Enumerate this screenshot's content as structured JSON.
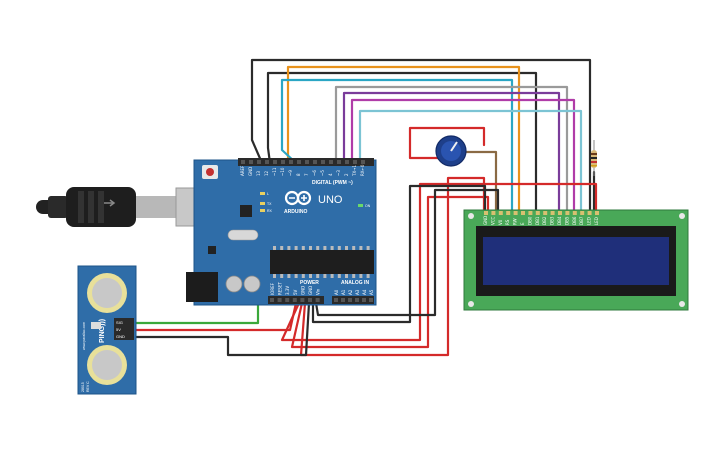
{
  "arduino": {
    "brand": "ARDUINO",
    "model": "UNO",
    "digital_label": "DIGITAL (PWM ~)",
    "power_label": "POWER",
    "analog_label": "ANALOG IN",
    "on_label": "ON",
    "tx_label": "TX",
    "rx_label": "RX",
    "l_label": "L",
    "digital_pins": [
      "AREF",
      "GND",
      "13",
      "12",
      "~11",
      "~10",
      "~9",
      "8",
      "7",
      "~6",
      "~5",
      "4",
      "~3",
      "2",
      "TX→1",
      "RX←0"
    ],
    "power_pins": [
      "IOREF",
      "RESET",
      "3.3V",
      "5V",
      "GND",
      "GND",
      "Vin"
    ],
    "analog_pins": [
      "A0",
      "A1",
      "A2",
      "A3",
      "A4",
      "A5"
    ]
  },
  "sensor": {
    "name": "PING)))",
    "website": "www.parallax.com",
    "pins": [
      "SIG",
      "5V",
      "GND"
    ],
    "part": "28015",
    "rev": "REV C"
  },
  "lcd": {
    "pins": [
      "GND",
      "VCC",
      "V0",
      "RS",
      "RW",
      "E",
      "DB0",
      "DB1",
      "DB2",
      "DB3",
      "DB4",
      "DB5",
      "DB6",
      "DB7",
      "LED",
      "LED"
    ],
    "screen_color": "#1f2f7a",
    "board_color": "#49a858"
  },
  "colors": {
    "board": "#2f6da8",
    "black": "#2b2b2b",
    "orange": "#e8921c",
    "teal": "#2aa6c4",
    "gray": "#9a9a9a",
    "purple": "#7a3c9a",
    "magenta": "#b03ca8",
    "lightblue": "#7cc4d4",
    "red": "#d42a2a",
    "green": "#3aa83a",
    "brown": "#8a6a44"
  }
}
